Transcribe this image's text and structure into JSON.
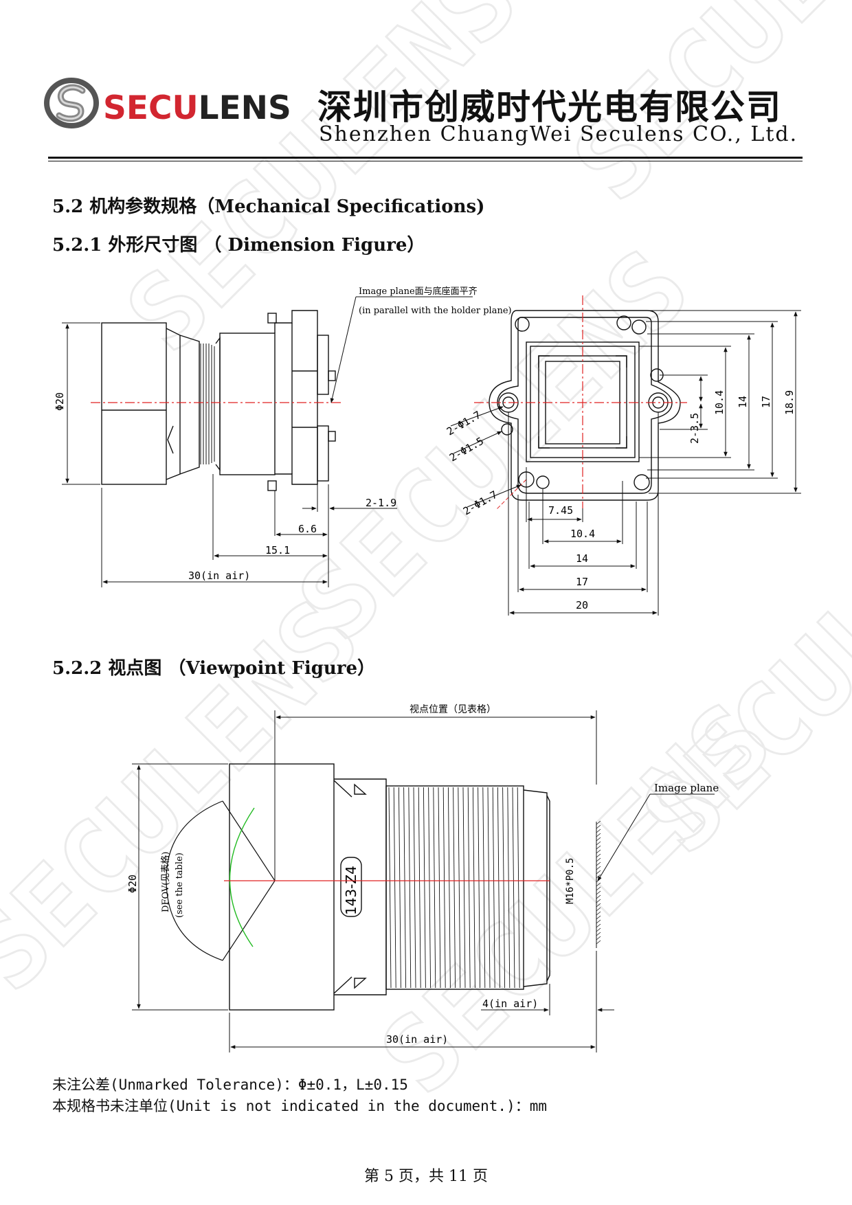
{
  "header": {
    "brand_part1": "SECU",
    "brand_part2": "LENS",
    "company_cn": "深圳市创威时代光电有限公司",
    "company_en": "Shenzhen ChuangWei Seculens CO., Ltd.",
    "watermark": "SECULENS"
  },
  "sections": {
    "s52": "5.2 机构参数规格（Mechanical Specifications)",
    "s521": "5.2.1 外形尺寸图 （ Dimension Figure）",
    "s522": "5.2.2 视点图 （Viewpoint Figure）"
  },
  "dimension_figure": {
    "image_plane_note_cn": "Image plane面与底座面平齐",
    "image_plane_note_en": "(in parallel with the holder plane)",
    "diameter": "Φ20",
    "dim_2_1_9": "2-1.9",
    "dim_6_6": "6.6",
    "dim_15_1": "15.1",
    "dim_30": "30(in air)",
    "hole_a": "2-Φ1.7",
    "hole_b": "2-Φ1.5",
    "hole_c": "2-Φ1.7",
    "h_7_45": "7.45",
    "h_10_4": "10.4",
    "h_14": "14",
    "h_17": "17",
    "h_20": "20",
    "v_2_3_5": "2-3.5",
    "v_10_4": "10.4",
    "v_14": "14",
    "v_17": "17",
    "v_18_9": "18.9"
  },
  "viewpoint_figure": {
    "viewpoint_label": "视点位置（见表格）",
    "image_plane": "Image plane",
    "diameter": "Φ20",
    "dfov_cn": "DFOV(见表格)",
    "dfov_en": "(see the table)",
    "part_no": "143-Z4",
    "thread": "M16*P0.5",
    "dim_4": "4(in air)",
    "dim_30": "30(in air)"
  },
  "notes": {
    "tolerance": "未注公差(Unmarked Tolerance)：Φ±0.1，L±0.15",
    "unit": "本规格书未注单位(Unit is not indicated in the document.)：mm"
  },
  "footer": {
    "page": "第 5 页，共 11 页"
  },
  "colors": {
    "brand_red": "#d22630",
    "centerline": "#e02020",
    "fov_arc": "#22bb22",
    "watermark": "#ececec"
  }
}
